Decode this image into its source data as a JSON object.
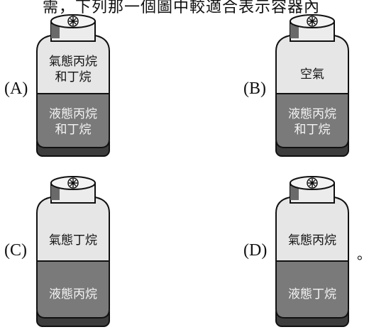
{
  "question": {
    "top_text": "需，下列那一個圖中較適合表示容器內"
  },
  "options": [
    {
      "label": "(A)",
      "top_text": "氣態丙烷\n和丁烷",
      "bottom_text": "液態丙烷\n和丁烷"
    },
    {
      "label": "(B)",
      "top_text": "空氣",
      "bottom_text": "液態丙烷\n和丁烷"
    },
    {
      "label": "(C)",
      "top_text": "氣態丁烷",
      "bottom_text": "液態丙烷"
    },
    {
      "label": "(D)",
      "top_text": "氣態丙烷",
      "bottom_text": "液態丁烷"
    }
  ],
  "end_mark": "。",
  "colors": {
    "upper": "#e6e6e6",
    "lower": "#7a7a7a",
    "base": "#3d3d3d",
    "outline": "#111111"
  }
}
